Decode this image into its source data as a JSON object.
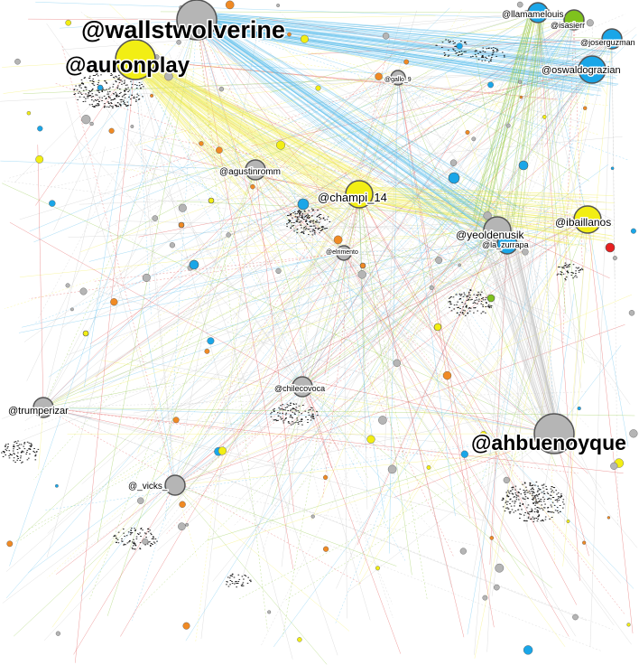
{
  "colors": {
    "gray": "#b5b5b5",
    "yellow": "#f2ee14",
    "blue": "#1aa6e8",
    "green": "#7fc21d",
    "red": "#e82020",
    "orange": "#f08a24",
    "edge_gray": "#c4c4c4",
    "edge_yellow": "#f4ef5a",
    "edge_blue": "#5ec0ee",
    "edge_green": "#8cc63f",
    "edge_red": "#e04848",
    "node_stroke": "#555555"
  },
  "nodes": [
    {
      "id": "wallstwolverine",
      "label": "@wallstwolverine",
      "size": "xl",
      "color": "gray"
    },
    {
      "id": "auronplay",
      "label": "@auronplay",
      "size": "xl",
      "color": "yellow"
    },
    {
      "id": "ahbuenoyque",
      "label": "@ahbuenoyque",
      "size": "xl",
      "color": "gray"
    },
    {
      "id": "champi_14",
      "label": "@champi_14",
      "size": "l",
      "color": "yellow"
    },
    {
      "id": "yeoldenusik",
      "label": "@yeoldenusik",
      "size": "l",
      "color": "gray"
    },
    {
      "id": "ibaillanos",
      "label": "@ibaillanos",
      "size": "l",
      "color": "yellow"
    },
    {
      "id": "agustinromm",
      "label": "@agustinromm",
      "size": "m",
      "color": "gray"
    },
    {
      "id": "trumperizar",
      "label": "@trumperizar",
      "size": "m",
      "color": "gray"
    },
    {
      "id": "la_zurrapa",
      "label": "@la_zurrapa",
      "size": "m",
      "color": "blue"
    },
    {
      "id": "oswaldograziani",
      "label": "@oswaldograzian",
      "size": "l",
      "color": "blue"
    },
    {
      "id": "llamamelouis",
      "label": "@llamamelouis",
      "size": "m",
      "color": "blue"
    },
    {
      "id": "isasierr",
      "label": "@isasierr",
      "size": "m",
      "color": "green"
    },
    {
      "id": "joserguzman",
      "label": "@joserguzman",
      "size": "m",
      "color": "blue"
    },
    {
      "id": "chilecovoca",
      "label": "@chilecovoca",
      "size": "m",
      "color": "gray"
    },
    {
      "id": "vicks",
      "label": "@_vicks_",
      "size": "m",
      "color": "gray"
    },
    {
      "id": "gallo",
      "label": "@gallo_9",
      "size": "s",
      "color": "gray"
    },
    {
      "id": "elrimento",
      "label": "@elrimento",
      "size": "s",
      "color": "gray"
    }
  ]
}
